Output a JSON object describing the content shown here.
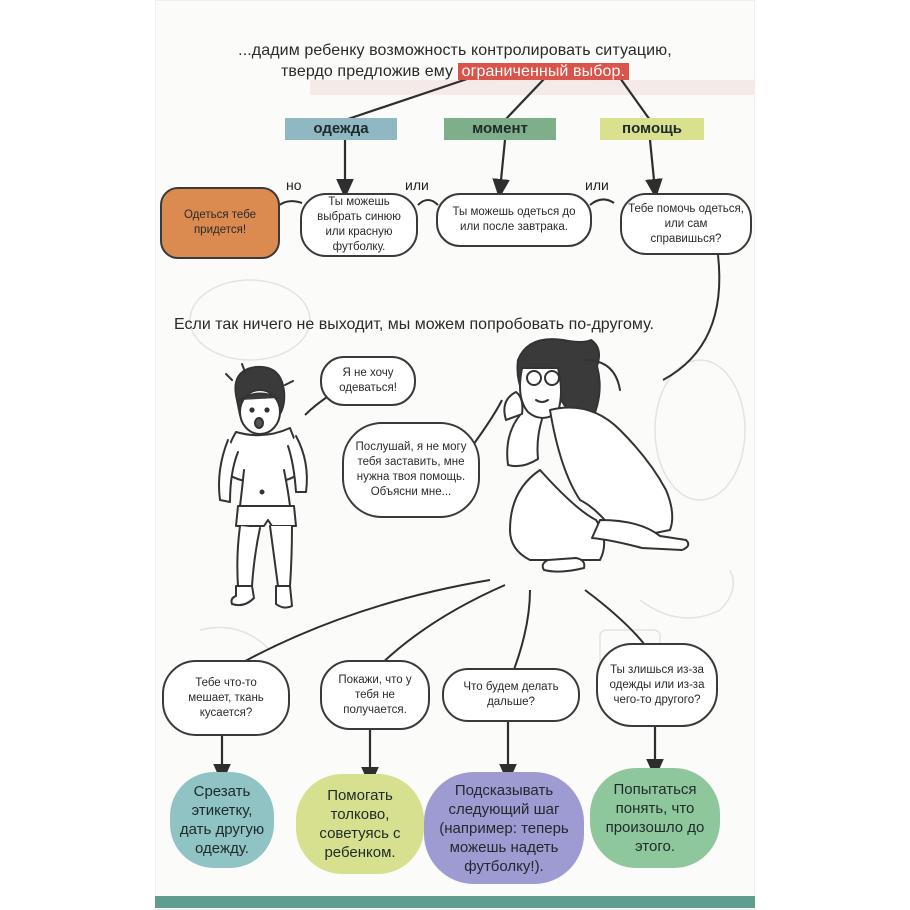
{
  "intro": {
    "line1": "...дадим ребенку возможность контролировать ситуацию,",
    "line2_prefix": "твердо предложив ему ",
    "line2_highlight": "ограниченный выбор."
  },
  "categories": [
    {
      "label": "одежда",
      "color": "#8fb8c2"
    },
    {
      "label": "момент",
      "color": "#7fae8a"
    },
    {
      "label": "помощь",
      "color": "#d9e08e"
    }
  ],
  "connectors": [
    "но",
    "или",
    "или"
  ],
  "choice_bubbles": {
    "refusal": "Одеться тебе придется!",
    "clothes": "Ты можешь выбрать синюю или красную футболку.",
    "moment": "Ты можешь одеться до или после завтрака.",
    "help": "Тебе помочь одеться, или сам справишься?"
  },
  "middle_text": "Если так ничего не выходит, мы можем попробовать по-другому.",
  "dialog": {
    "child": "Я не хочу одеваться!",
    "parent": "Послушай, я не могу тебя заставить, мне нужна твоя помощь. Объясни мне..."
  },
  "questions": [
    "Тебе что-то мешает, ткань кусается?",
    "Покажи, что у тебя не получается.",
    "Что будем делать дальше?",
    "Ты злишься из-за одежды или из-за чего-то другого?"
  ],
  "results": [
    {
      "text": "Срезать этикетку, дать другую одежду.",
      "color": "#8fc3c4"
    },
    {
      "text": "Помогать толково, советуясь с ребенком.",
      "color": "#d6e08e"
    },
    {
      "text": "Подсказывать следующий шаг (например: теперь можешь надеть футболку!).",
      "color": "#9e9ad2"
    },
    {
      "text": "Попытаться понять, что произошло до этого.",
      "color": "#8fc79c"
    }
  ],
  "colors": {
    "highlight": "#d9544a",
    "refusal_bubble": "#db8a50",
    "footer_bar": "#5f9e8e"
  }
}
